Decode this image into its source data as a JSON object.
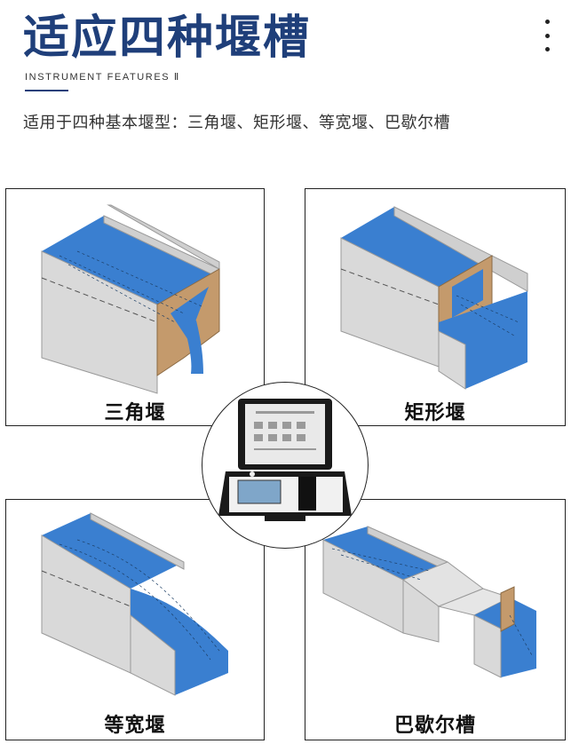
{
  "header": {
    "title": "适应四种堰槽",
    "subtitle": "INSTRUMENT FEATURES Ⅱ",
    "description": "适用于四种基本堰型：三角堰、矩形堰、等宽堰、巴歇尔槽"
  },
  "panels": [
    {
      "label": "三角堰"
    },
    {
      "label": "矩形堰"
    },
    {
      "label": "等宽堰"
    },
    {
      "label": "巴歇尔槽"
    }
  ],
  "colors": {
    "title": "#1f3f7a",
    "water": "#3a7fd0",
    "wall": "#d7d7d7",
    "plate": "#c49a6c"
  },
  "icons": {
    "menu": "more-vertical-icon"
  }
}
